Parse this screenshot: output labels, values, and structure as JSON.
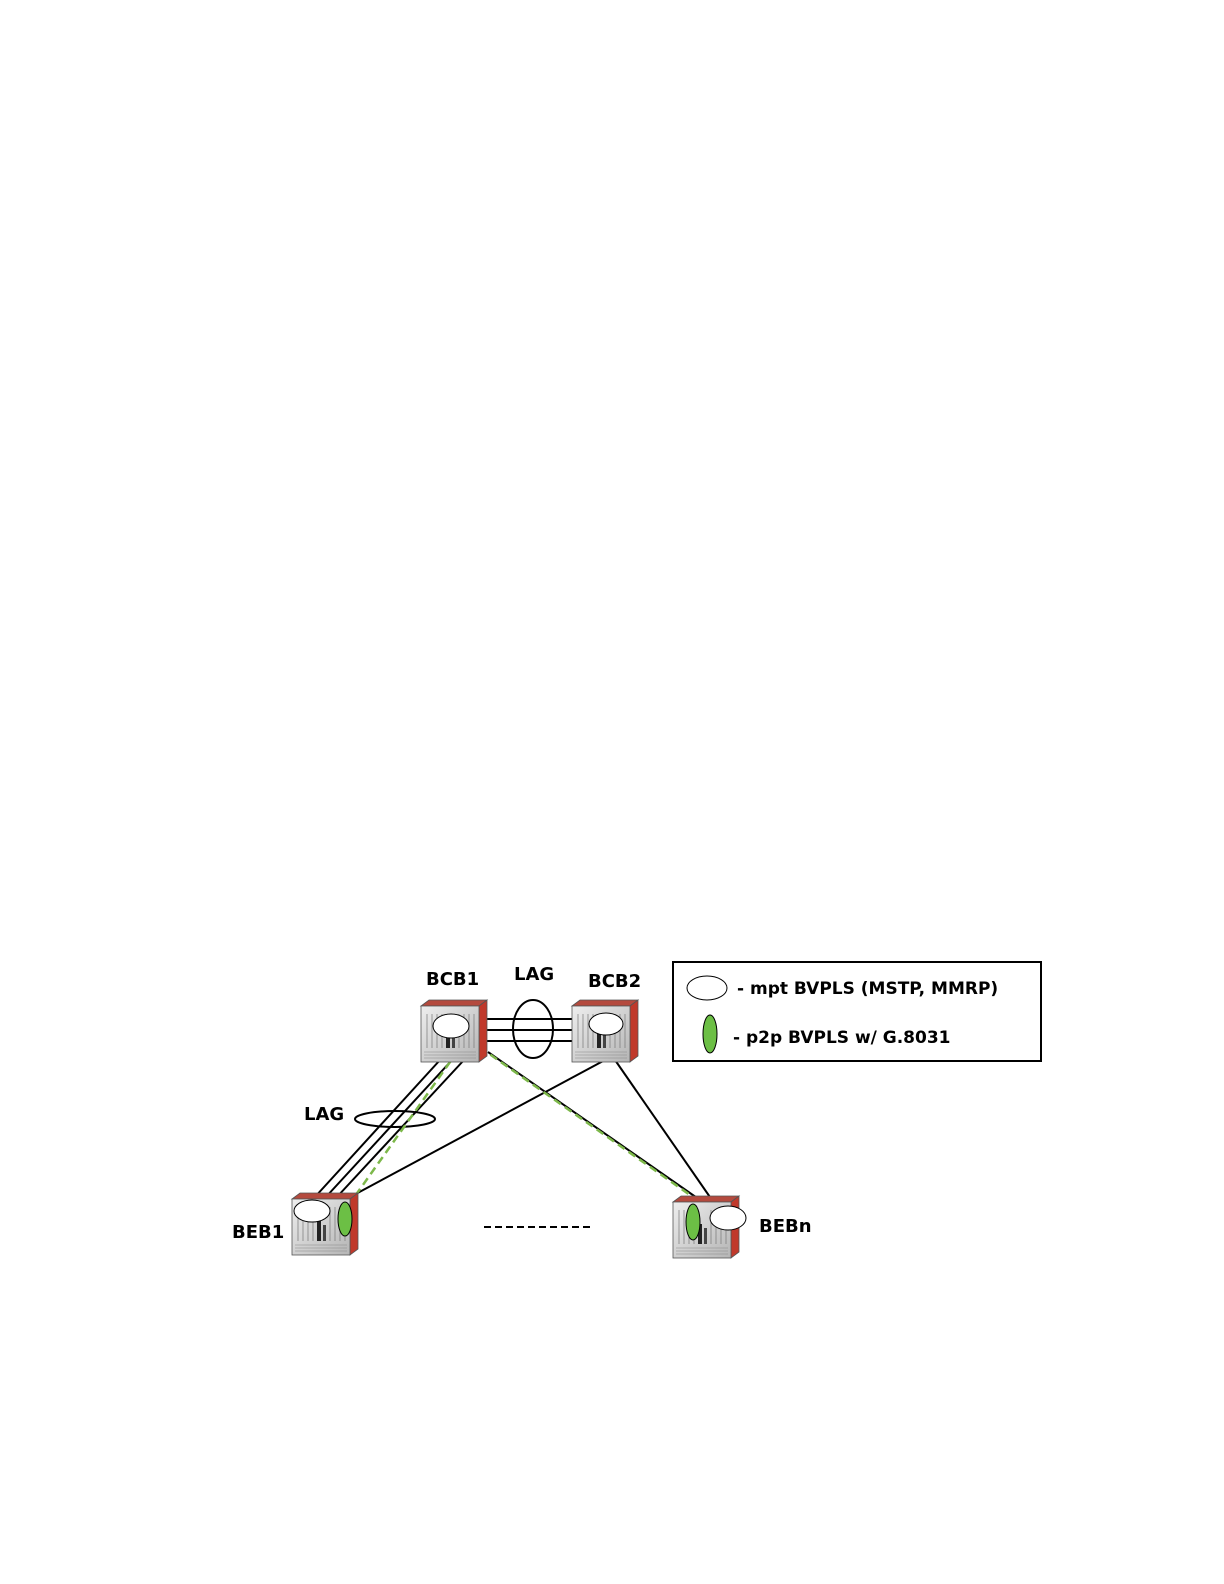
{
  "nodes": {
    "bcb1": "BCB1",
    "bcb2": "BCB2",
    "beb1": "BEB1",
    "bebn": "BEBn"
  },
  "lag_labels": {
    "top": "LAG",
    "left": "LAG"
  },
  "legend": {
    "mpt": "- mpt BVPLS (MSTP, MMRP)",
    "p2p": "- p2p BVPLS w/ G.8031"
  },
  "colors": {
    "chassis_red": "#c0392b",
    "chassis_face": "#d9d9d9",
    "p2p_green": "#6cbf45",
    "dashed_green": "#7db84a"
  }
}
